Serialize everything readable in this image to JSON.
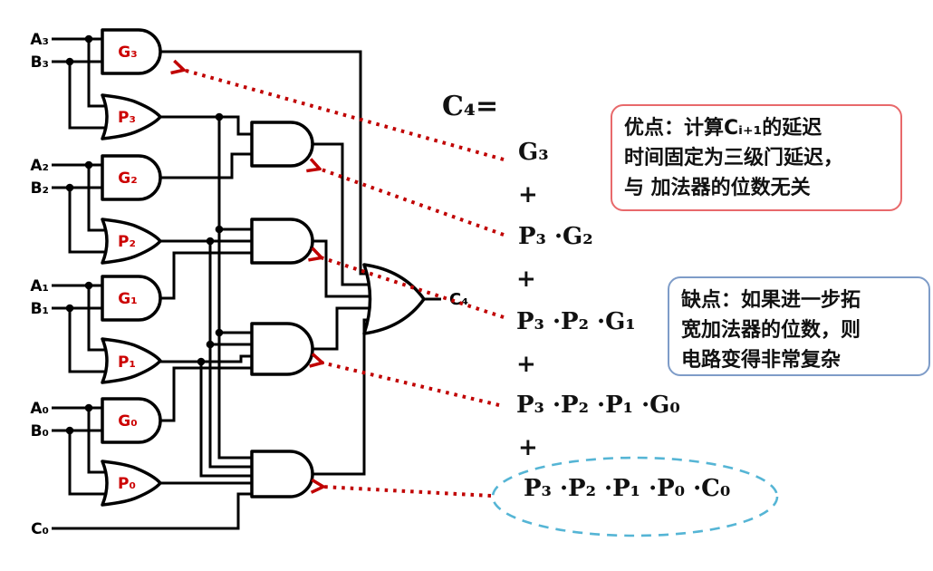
{
  "title": "Carry lookahead adder C4 logic diagram",
  "colors": {
    "label_red": "#cc0000",
    "arrow_red": "#c00000",
    "wire_black": "#000000",
    "note_advantage_border": "#e8696b",
    "note_disadvantage_border": "#7e9cc8",
    "highlight_ellipse_blue": "#55b5d5"
  },
  "inputs": {
    "a3": "A₃",
    "b3": "B₃",
    "a2": "A₂",
    "b2": "B₂",
    "a1": "A₁",
    "b1": "B₁",
    "a0": "A₀",
    "b0": "B₀",
    "c0": "C₀"
  },
  "gates": {
    "g3": "G₃",
    "p3": "P₃",
    "g2": "G₂",
    "p2": "P₂",
    "g1": "G₁",
    "p1": "P₁",
    "g0": "G₀",
    "p0": "P₀"
  },
  "output": {
    "c4": "C₄"
  },
  "formula": {
    "heading": "C₄=",
    "plus": "+",
    "terms": [
      "G₃",
      "P₃ ·G₂",
      "P₃ ·P₂ ·G₁",
      "P₃ ·P₂ ·P₁ ·G₀",
      "P₃ ·P₂ ·P₁ ·P₀ ·C₀"
    ]
  },
  "notes": {
    "advantage": {
      "lines": [
        "优点：计算Cᵢ₊₁的延迟",
        "时间固定为三级门延迟，",
        "与 加法器的位数无关"
      ]
    },
    "disadvantage": {
      "lines": [
        "缺点：如果进一步拓",
        "宽加法器的位数，则",
        "电路变得非常复杂"
      ]
    }
  }
}
